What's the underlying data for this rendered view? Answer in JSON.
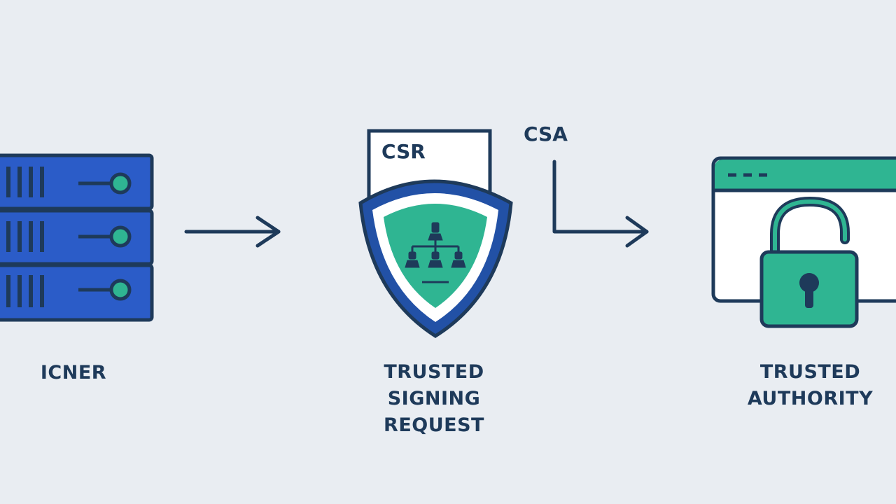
{
  "labels": {
    "server": [
      "ICNER"
    ],
    "request": [
      "TRUSTED",
      "SIGNING",
      "REQUEST"
    ],
    "authority": [
      "TRUSTED",
      "AUTHORITY"
    ]
  },
  "document_tag": "CSR",
  "arrow_tag": "CSA",
  "colors": {
    "background": "#e9edf2",
    "server_blue": "#2b5cc8",
    "outline_navy": "#1e3a5a",
    "accent_teal": "#2fb592",
    "shield_blue": "#2251a6",
    "white": "#ffffff"
  },
  "icons": [
    "server-rack-icon",
    "arrow-right-icon",
    "document-icon",
    "shield-icon",
    "hierarchy-icon",
    "elbow-arrow-icon",
    "browser-window-icon",
    "padlock-open-icon"
  ]
}
